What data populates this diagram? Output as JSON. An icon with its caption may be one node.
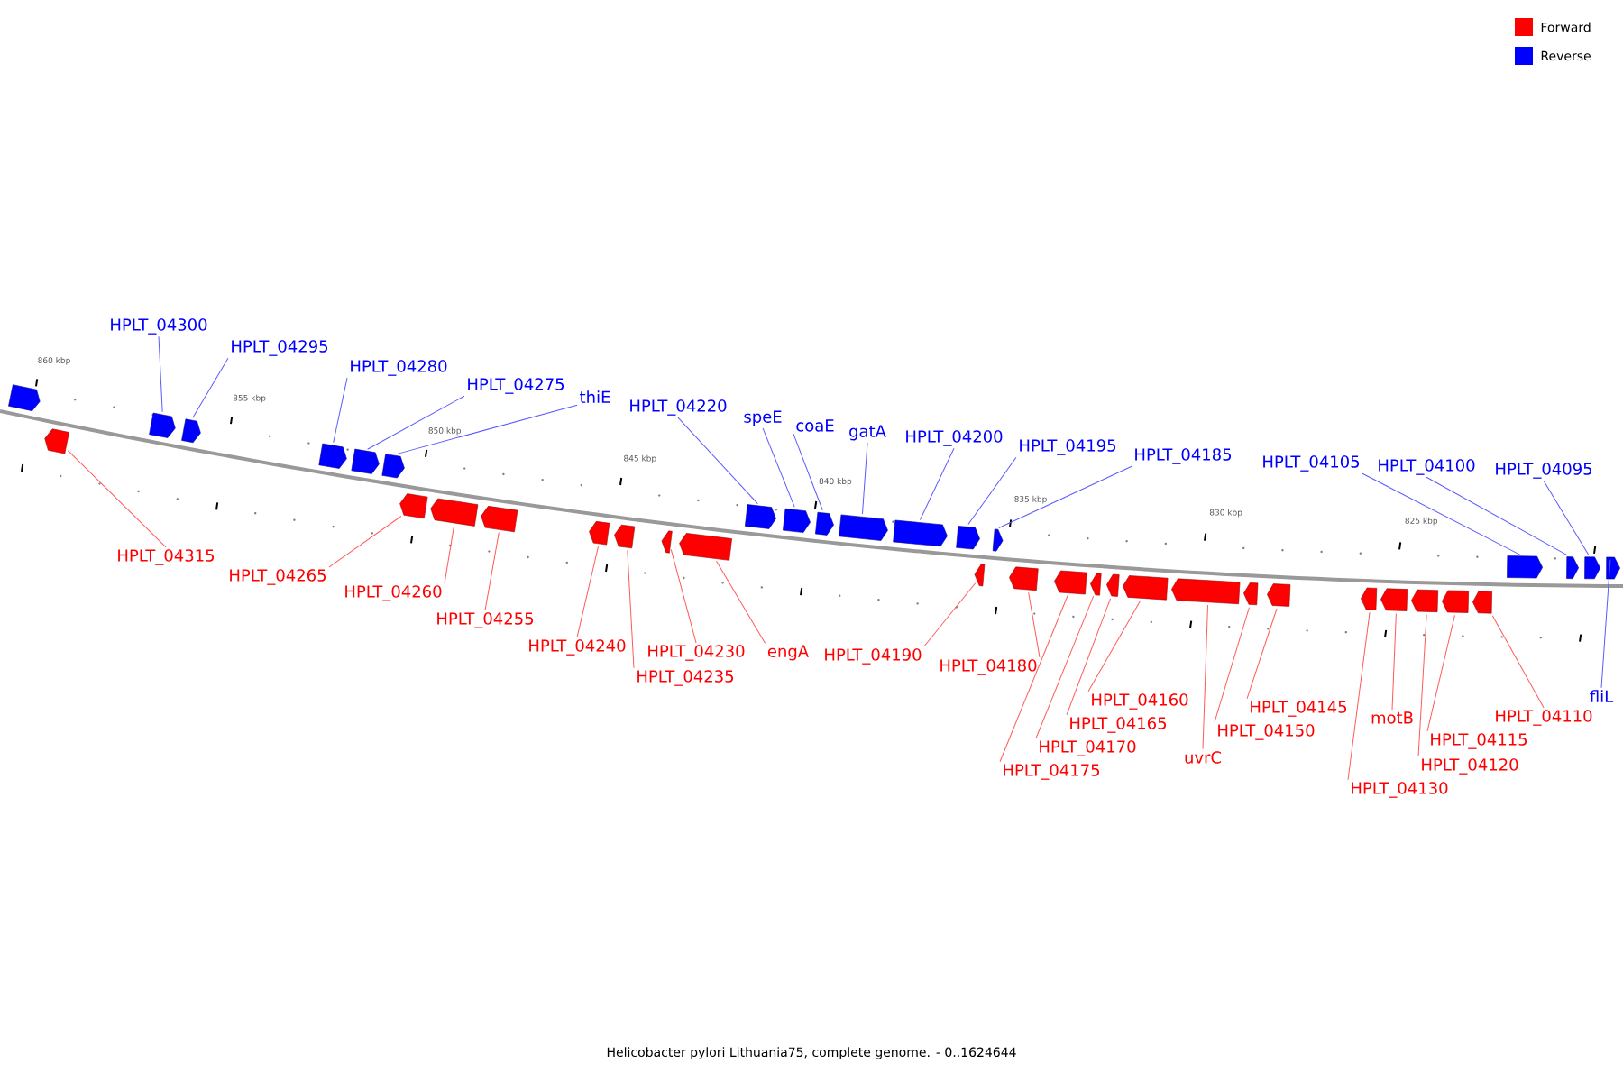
{
  "diagram": {
    "caption": "Helicobacter pylori Lithuania75, complete genome. - 0..1624644",
    "nodes": [
      {
        "text": [
          "HPLT_04300"
        ]
      },
      {
        "text": [
          "HPLT_04295"
        ]
      },
      {
        "text": [
          "HPLT_04280"
        ]
      },
      {
        "text": [
          "HPLT_04275"
        ]
      },
      {
        "text": [
          "thiE"
        ]
      },
      {
        "text": [
          "HPLT_04220"
        ]
      },
      {
        "text": [
          "speE"
        ]
      },
      {
        "text": [
          "coaE"
        ]
      },
      {
        "text": [
          "gatA"
        ]
      },
      {
        "text": [
          "HPLT_04200"
        ]
      },
      {
        "text": [
          "HPLT_04195"
        ]
      },
      {
        "text": [
          "HPLT_04185"
        ]
      },
      {
        "text": [
          "HPLT_04105"
        ]
      },
      {
        "text": [
          "HPLT_04100"
        ]
      },
      {
        "text": [
          "HPLT_04095"
        ]
      },
      {
        "text": [
          "fliL"
        ]
      },
      {
        "text": [
          "HPLT_04315"
        ]
      },
      {
        "text": [
          "HPLT_04265"
        ]
      },
      {
        "text": [
          "HPLT_04260"
        ]
      },
      {
        "text": [
          "HPLT_04255"
        ]
      },
      {
        "text": [
          "HPLT_04240"
        ]
      },
      {
        "text": [
          "HPLT_04235"
        ]
      },
      {
        "text": [
          "HPLT_04230"
        ]
      },
      {
        "text": [
          "engA"
        ]
      },
      {
        "text": [
          "HPLT_04190"
        ]
      },
      {
        "text": [
          "HPLT_04180"
        ]
      },
      {
        "text": [
          "HPLT_04160"
        ]
      },
      {
        "text": [
          "HPLT_04165"
        ]
      },
      {
        "text": [
          "HPLT_04145"
        ]
      },
      {
        "text": [
          "motB"
        ]
      },
      {
        "text": [
          "HPLT_04110"
        ]
      },
      {
        "text": [
          "HPLT_04150"
        ]
      },
      {
        "text": [
          "HPLT_04115"
        ]
      },
      {
        "text": [
          "HPLT_04170"
        ]
      },
      {
        "text": [
          "uvrC"
        ]
      },
      {
        "text": [
          "HPLT_04120"
        ]
      },
      {
        "text": [
          "HPLT_04175"
        ]
      },
      {
        "text": [
          "HPLT_04130"
        ]
      },
      {
        "text": [],
        "shape": "arrow"
      },
      {
        "text": [],
        "shape": "arrow"
      },
      {
        "text": [],
        "shape": "arrow"
      },
      {
        "text": [],
        "shape": "arrow"
      },
      {
        "text": [],
        "shape": "arrow"
      },
      {
        "text": [],
        "shape": "arrow"
      },
      {
        "text": [],
        "shape": "arrow"
      },
      {
        "text": [],
        "shape": "arrow"
      },
      {
        "text": [],
        "shape": "arrow"
      },
      {
        "text": [],
        "shape": "arrow"
      },
      {
        "text": [],
        "shape": "arrow"
      },
      {
        "text": [],
        "shape": "arrow"
      },
      {
        "text": [],
        "shape": "arrow"
      },
      {
        "text": [],
        "shape": "arrow"
      },
      {
        "text": [],
        "shape": "arrow"
      },
      {
        "text": [],
        "shape": "arrow"
      },
      {
        "text": [],
        "shape": "arrow"
      },
      {
        "text": [],
        "shape": "arrow"
      },
      {
        "text": [],
        "shape": "arrow"
      },
      {
        "text": [],
        "shape": "arrow"
      },
      {
        "text": [],
        "shape": "arrow"
      },
      {
        "text": [],
        "shape": "arrow"
      },
      {
        "text": [],
        "shape": "arrow"
      },
      {
        "text": [],
        "shape": "arrow"
      },
      {
        "text": [],
        "shape": "arrow"
      },
      {
        "text": [],
        "shape": "arrow"
      },
      {
        "text": [],
        "shape": "arrow"
      },
      {
        "text": [],
        "shape": "arrow"
      },
      {
        "text": [],
        "shape": "arrow"
      },
      {
        "text": [],
        "shape": "arrow"
      },
      {
        "text": [],
        "shape": "arrow"
      },
      {
        "text": [],
        "shape": "arrow"
      },
      {
        "text": [],
        "shape": "arrow"
      },
      {
        "text": [],
        "shape": "arrow"
      },
      {
        "text": [],
        "shape": "arrow"
      },
      {
        "text": [],
        "shape": "arrow"
      },
      {
        "text": [],
        "shape": "arrow"
      },
      {
        "text": [],
        "shape": "arrow"
      },
      {
        "text": [],
        "shape": "arrow"
      }
    ],
    "edges": [
      {
        "from": 0,
        "to": 39,
        "arrow": "none",
        "color": "#5a5aff"
      },
      {
        "from": 1,
        "to": 40,
        "arrow": "none",
        "color": "#5a5aff"
      },
      {
        "from": 2,
        "to": 41,
        "arrow": "none",
        "color": "#5a5aff"
      },
      {
        "from": 3,
        "to": 42,
        "arrow": "none",
        "color": "#5a5aff"
      },
      {
        "from": 4,
        "to": 43,
        "arrow": "none",
        "color": "#5a5aff"
      },
      {
        "from": 5,
        "to": 44,
        "arrow": "none",
        "color": "#5a5aff"
      },
      {
        "from": 6,
        "to": 45,
        "arrow": "none",
        "color": "#5a5aff"
      },
      {
        "from": 7,
        "to": 46,
        "arrow": "none",
        "color": "#5a5aff"
      },
      {
        "from": 8,
        "to": 47,
        "arrow": "none",
        "color": "#5a5aff"
      },
      {
        "from": 9,
        "to": 48,
        "arrow": "none",
        "color": "#5a5aff"
      },
      {
        "from": 10,
        "to": 49,
        "arrow": "none",
        "color": "#5a5aff"
      },
      {
        "from": 11,
        "to": 50,
        "arrow": "none",
        "color": "#5a5aff"
      },
      {
        "from": 12,
        "to": 51,
        "arrow": "none",
        "color": "#5a5aff"
      },
      {
        "from": 13,
        "to": 52,
        "arrow": "none",
        "color": "#5a5aff"
      },
      {
        "from": 14,
        "to": 53,
        "arrow": "none",
        "color": "#5a5aff"
      },
      {
        "from": 15,
        "to": 54,
        "arrow": "none",
        "color": "#5a5aff"
      },
      {
        "from": 16,
        "to": 55,
        "arrow": "none"
      },
      {
        "from": 17,
        "to": 56,
        "arrow": "none"
      },
      {
        "from": 18,
        "to": 57,
        "arrow": "none"
      },
      {
        "from": 19,
        "to": 58,
        "arrow": "none"
      },
      {
        "from": 20,
        "to": 59,
        "arrow": "none"
      },
      {
        "from": 21,
        "to": 60,
        "arrow": "none"
      },
      {
        "from": 22,
        "to": 61,
        "arrow": "none"
      },
      {
        "from": 23,
        "to": 62,
        "arrow": "none"
      },
      {
        "from": 24,
        "to": 63,
        "arrow": "none"
      },
      {
        "from": 25,
        "to": 64,
        "arrow": "none"
      },
      {
        "from": 26,
        "to": 68,
        "arrow": "none"
      },
      {
        "from": 27,
        "to": 67,
        "arrow": "none"
      },
      {
        "from": 28,
        "to": 71,
        "arrow": "none"
      },
      {
        "from": 29,
        "to": 73,
        "arrow": "none"
      },
      {
        "from": 30,
        "to": 76,
        "arrow": "none"
      },
      {
        "from": 31,
        "to": 70,
        "arrow": "none"
      },
      {
        "from": 32,
        "to": 75,
        "arrow": "none"
      },
      {
        "from": 33,
        "to": 66,
        "arrow": "none"
      },
      {
        "from": 34,
        "to": 69,
        "arrow": "none"
      },
      {
        "from": 35,
        "to": 74,
        "arrow": "none"
      },
      {
        "from": 36,
        "to": 65,
        "arrow": "none"
      },
      {
        "from": 37,
        "to": 72,
        "arrow": "none"
      }
    ],
    "labels": [
      "860 kbp",
      "855 kbp",
      "850 kbp",
      "845 kbp",
      "840 kbp",
      "835 kbp",
      "830 kbp",
      "825 kbp"
    ],
    "legend": [
      {
        "text": "Forward",
        "color": "#ff0000"
      },
      {
        "text": "Reverse",
        "color": "#0000ff"
      }
    ]
  }
}
